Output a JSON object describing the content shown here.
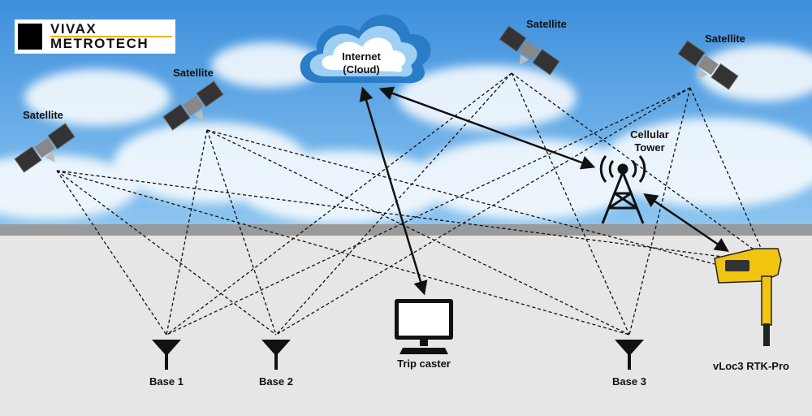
{
  "logo": {
    "line1": "VIVAX",
    "line2": "METROTECH"
  },
  "cloud": {
    "line1": "Internet",
    "line2": "(Cloud)"
  },
  "satellites": [
    "Satellite",
    "Satellite",
    "Satellite",
    "Satellite"
  ],
  "tower": {
    "line1": "Cellular",
    "line2": "Tower"
  },
  "bases": [
    "Base 1",
    "Base 2",
    "Base 3"
  ],
  "caster": "Trip caster",
  "rover": "vLoc3 RTK-Pro",
  "colors": {
    "sky": "#4aa3e6",
    "ground": "#e6e6e6",
    "ground_band": "#9a9a9a",
    "cloud_fill": "#ffffff",
    "cloud_edge": "#2a7cc7",
    "rover_yellow": "#f2c40f",
    "accent": "#e8b400"
  }
}
